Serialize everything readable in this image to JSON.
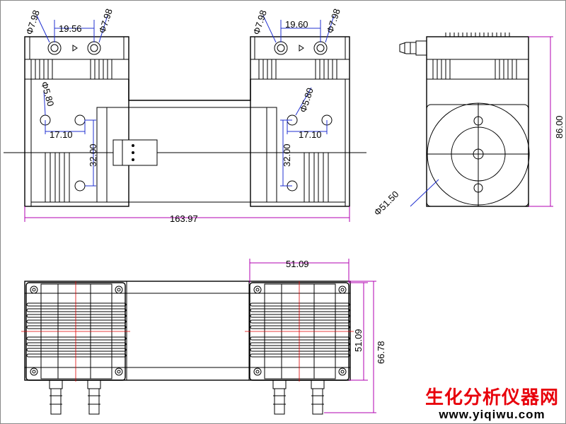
{
  "dimensions": {
    "top_left_hole_dia_a": "Φ7.98",
    "top_left_spacing": "19.56",
    "top_left_hole_dia_b": "Φ7.98",
    "top_right_hole_dia_a": "Φ7.98",
    "top_right_spacing": "19.60",
    "top_right_hole_dia_b": "Φ7.98",
    "left_mount_hole_dia": "Φ5.80",
    "right_mount_hole_dia": "Φ5.80",
    "left_mount_h_spacing": "17.10",
    "right_mount_h_spacing": "17.10",
    "left_mount_v_spacing": "32.00",
    "right_mount_v_spacing": "32.00",
    "overall_length": "163.97",
    "side_height": "86.00",
    "side_circle_dia": "Φ51.50",
    "bottom_head_width": "51.09",
    "bottom_head_height": "51.09",
    "bottom_overall_height": "66.78"
  },
  "watermark": {
    "cn_text": "生化分析仪器网",
    "url_text": "www.yiqiwu.com"
  },
  "colors": {
    "dimension_line": "#b000b0",
    "hole_dimension": "#2030d0",
    "centerline": "#e00000",
    "watermark_cn": "#e8000b"
  }
}
